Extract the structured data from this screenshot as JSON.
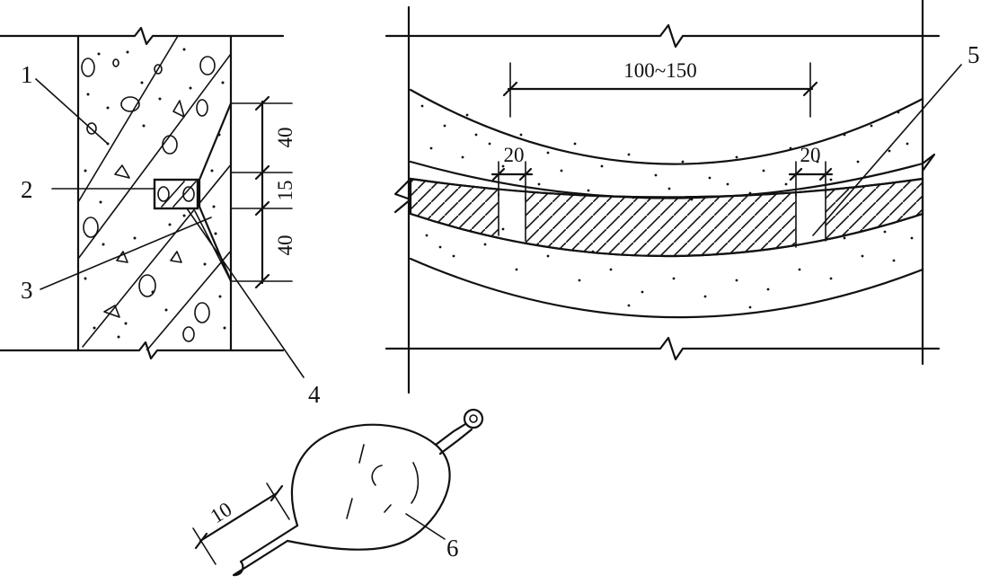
{
  "callouts": {
    "one": "1",
    "two": "2",
    "three": "3",
    "four": "4",
    "five": "5",
    "six": "6"
  },
  "dimensions": {
    "left_upper": "40",
    "left_middle": "15",
    "left_lower": "40",
    "span": "100~150",
    "gap_left": "20",
    "gap_right": "20",
    "tool_length": "10"
  }
}
